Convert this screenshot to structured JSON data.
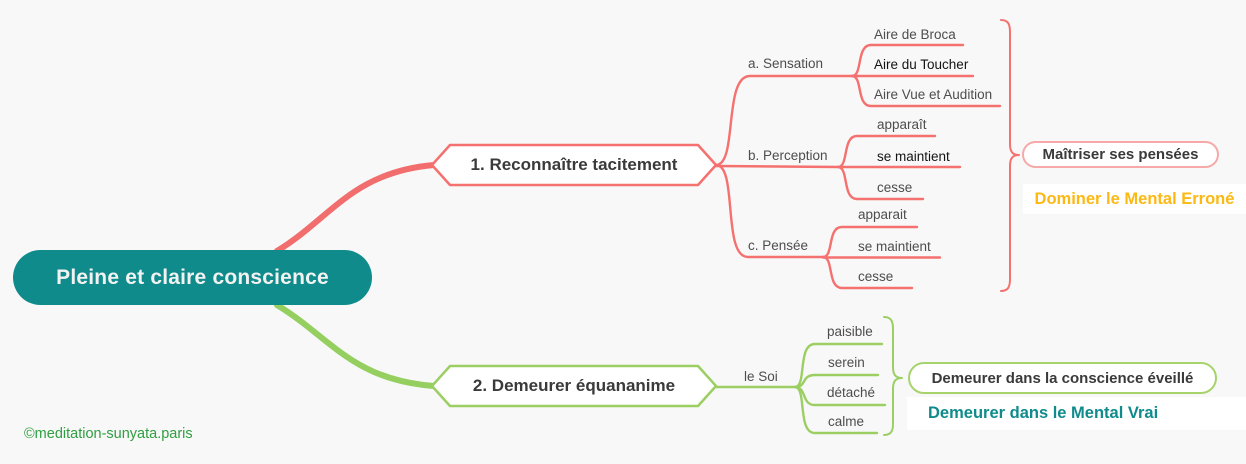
{
  "colors": {
    "teal": "#0f8b8c",
    "red": "#f4716f",
    "redthick": "#f26d6d",
    "pinkborder": "#f7a8a8",
    "green": "#9ccf63",
    "greenthick": "#94cf60",
    "greenborder": "#a6d36c",
    "gold": "#fcb813",
    "graytext": "#4d4d4d",
    "darktext": "#3a3a3a",
    "blacktext": "#141414",
    "copygreen": "#2f9e41",
    "bg": "#f8f8f8"
  },
  "root": {
    "label": "Pleine et claire conscience"
  },
  "branch1": {
    "label": "1. Reconnaître tacitement",
    "groups": [
      {
        "label": "a. Sensation",
        "children": [
          "Aire de Broca",
          "Aire du Toucher",
          "Aire Vue et Audition"
        ]
      },
      {
        "label": "b. Perception",
        "children": [
          "apparaît",
          "se maintient",
          "cesse"
        ]
      },
      {
        "label": "c. Pensée",
        "children": [
          "apparait",
          "se maintient",
          "cesse"
        ]
      }
    ],
    "summary_box": "Maîtriser ses pensées",
    "summary_note": "Dominer le Mental Erroné"
  },
  "branch2": {
    "label": "2. Demeurer équananime",
    "groups": [
      {
        "label": "le Soi",
        "children": [
          "paisible",
          "serein",
          "détaché",
          "calme"
        ]
      }
    ],
    "summary_box": "Demeurer dans la conscience éveillé",
    "summary_note": "Demeurer dans le Mental Vrai"
  },
  "footer": {
    "copyright": "©meditation-sunyata.paris"
  }
}
